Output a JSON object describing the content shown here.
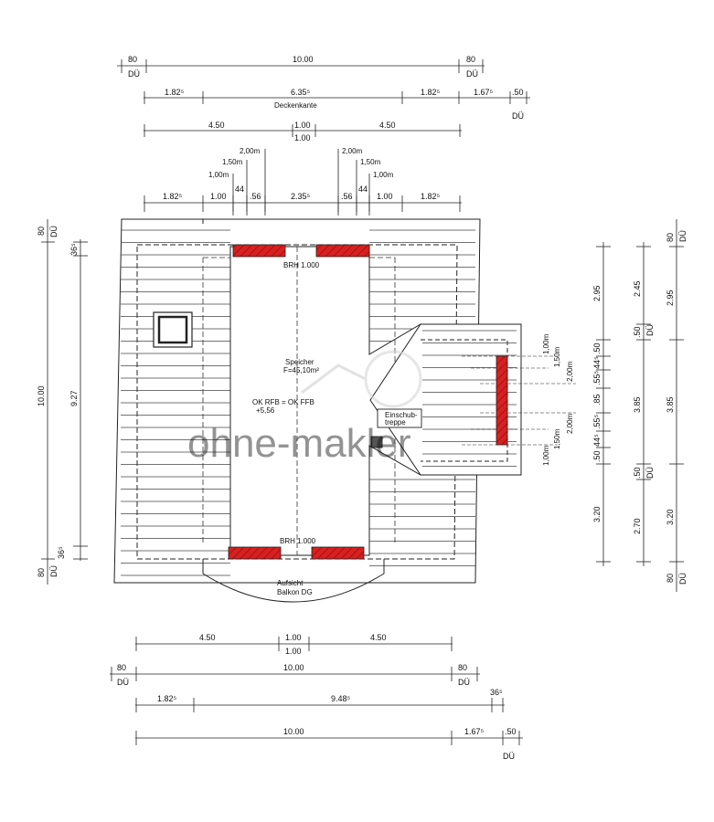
{
  "colors": {
    "line": "#222222",
    "hatch": "#d91f1f",
    "watermark": "#d0d0d0"
  },
  "watermark": {
    "text": "ohne-makler"
  },
  "labels": {
    "deckenkante": "Deckenkante",
    "room_name": "Speicher",
    "room_area": "F=45,10m²",
    "ok_rfb": "OK RFB = OK FFB",
    "level": "+5,56",
    "brh_top": "BRH 1.000",
    "brh_bottom": "BRH 1.000",
    "einschub": "Einschub-",
    "treppe": "treppe",
    "aufsicht": "Aufsicht",
    "balkon": "Balkon DG"
  },
  "dims": {
    "top1": {
      "left": "80",
      "left_du": "DÜ",
      "mid": "10.00",
      "right": "80",
      "right_du": "DÜ"
    },
    "top2": {
      "a": "1.82⁵",
      "b": "6.35⁵",
      "c": "1.82⁵",
      "d": "1.67⁵",
      "e": ".50",
      "e_du": "DÜ"
    },
    "top3": {
      "a": "4.50",
      "b": "1.00",
      "b2": "1.00",
      "c": "4.50"
    },
    "heights_left": [
      "2,00m",
      "1,50m",
      "1,00m"
    ],
    "heights_right": [
      "2,00m",
      "1,50m",
      "1,00m"
    ],
    "top4": [
      "1.82⁵",
      "1.00",
      "44",
      ".56",
      "2.35⁵",
      ".56",
      "44",
      "1.00",
      "1.82⁵"
    ],
    "left": {
      "du_top": "80",
      "du_top_label": "DÜ",
      "overall": "10.00",
      "inner": "9.27",
      "a": "36⁵",
      "b": "36⁵",
      "du_bottom": "80",
      "du_bottom_label": "DÜ"
    },
    "dormer_heights": [
      "1,00m",
      "1,50m",
      "2,00m",
      "2,00m",
      "1,50m",
      "1,00m"
    ],
    "right_col1": [
      "2.95",
      ".50",
      "44⁵",
      ".55⁵",
      ".85",
      ".55⁵",
      "44⁵",
      ".50",
      "3.20"
    ],
    "right_col2": [
      "2.45",
      ".50",
      "DÜ",
      "3.85",
      ".50",
      "DÜ",
      "2.70"
    ],
    "right_col3": [
      "80",
      "DÜ",
      "2.95",
      "3.85",
      "3.20",
      "80",
      "DÜ"
    ],
    "bottom1": {
      "a": "4.50",
      "b": "1.00",
      "b2": "1.00",
      "c": "4.50"
    },
    "bottom2": {
      "left": "80",
      "left_du": "DÜ",
      "mid": "10.00",
      "right": "80",
      "right_du": "DÜ"
    },
    "bottom3": {
      "a": "1.82⁵",
      "b": "9.48⁵",
      "c": "36⁵"
    },
    "bottom4": {
      "a": "10.00",
      "b": "1.67⁵",
      "c": ".50",
      "c_du": "DÜ"
    }
  }
}
